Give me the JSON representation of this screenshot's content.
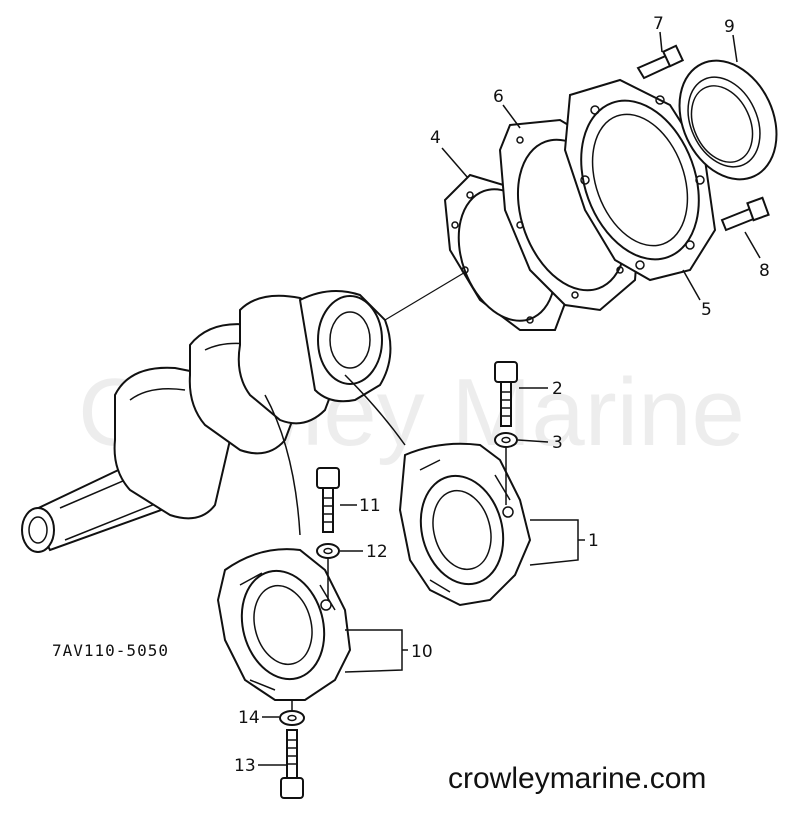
{
  "diagram": {
    "drawing_code": "7AV110-5050",
    "watermark": "Crowley Marine",
    "website": "crowleymarine.com",
    "callouts": [
      {
        "id": "1",
        "label": "1"
      },
      {
        "id": "2",
        "label": "2"
      },
      {
        "id": "3",
        "label": "3"
      },
      {
        "id": "4",
        "label": "4"
      },
      {
        "id": "5",
        "label": "5"
      },
      {
        "id": "6",
        "label": "6"
      },
      {
        "id": "7",
        "label": "7"
      },
      {
        "id": "8",
        "label": "8"
      },
      {
        "id": "9",
        "label": "9"
      },
      {
        "id": "10",
        "label": "10"
      },
      {
        "id": "11",
        "label": "11"
      },
      {
        "id": "12",
        "label": "12"
      },
      {
        "id": "13",
        "label": "13"
      },
      {
        "id": "14",
        "label": "14"
      }
    ]
  }
}
